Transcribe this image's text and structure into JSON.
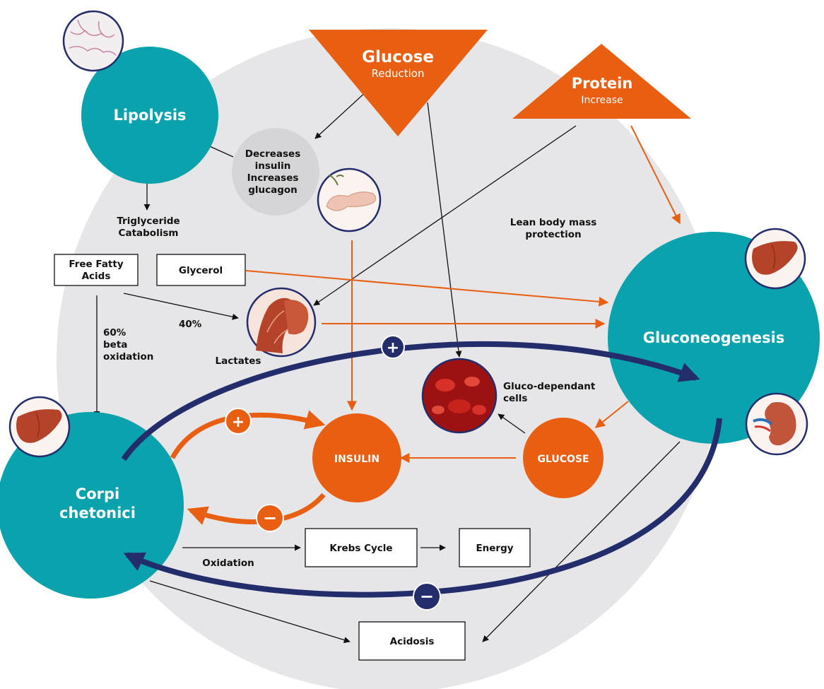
{
  "colors": {
    "background_disc": "#e6e6e8",
    "teal": "#0aa2ac",
    "orange": "#e85f12",
    "navy": "#242d6b",
    "gray_node": "#d5d5d7",
    "line": "#111111"
  },
  "triangles": {
    "glucose": {
      "title": "Glucose",
      "subtitle": "Reduction"
    },
    "protein": {
      "title": "Protein",
      "subtitle": "Increase"
    }
  },
  "nodes": {
    "lipolysis": "Lipolysis",
    "pancreas_effect": [
      "Decreases",
      "insulin",
      "Increases",
      "glucagon"
    ],
    "gluconeogenesis": "Gluconeogenesis",
    "corpi_chetonici": [
      "Corpi",
      "chetonici"
    ],
    "insulin": "INSULIN",
    "glucose": "GLUCOSE"
  },
  "labels": {
    "triglyceride": [
      "Triglyceride",
      "Catabolism"
    ],
    "lean_body_mass": [
      "Lean body mass",
      "protection"
    ],
    "sixty_percent": [
      "60%",
      "beta",
      "oxidation"
    ],
    "forty_percent": "40%",
    "lactates": "Lactates",
    "gluco_dependant": [
      "Gluco-dependant",
      "cells"
    ],
    "oxidation": "Oxidation"
  },
  "boxes": {
    "free_fatty_acids": [
      "Free Fatty",
      "Acids"
    ],
    "glycerol": "Glycerol",
    "krebs_cycle": "Krebs Cycle",
    "energy": "Energy",
    "acidosis": "Acidosis"
  },
  "badges": {
    "plus": "+",
    "minus": "−"
  },
  "icons": {
    "adipose_tissue": "adipose-tissue-icon",
    "pancreas": "pancreas-icon",
    "muscle": "muscle-icon",
    "liver": "liver-icon",
    "kidney": "kidney-icon",
    "red_blood_cells": "red-blood-cells-icon"
  }
}
